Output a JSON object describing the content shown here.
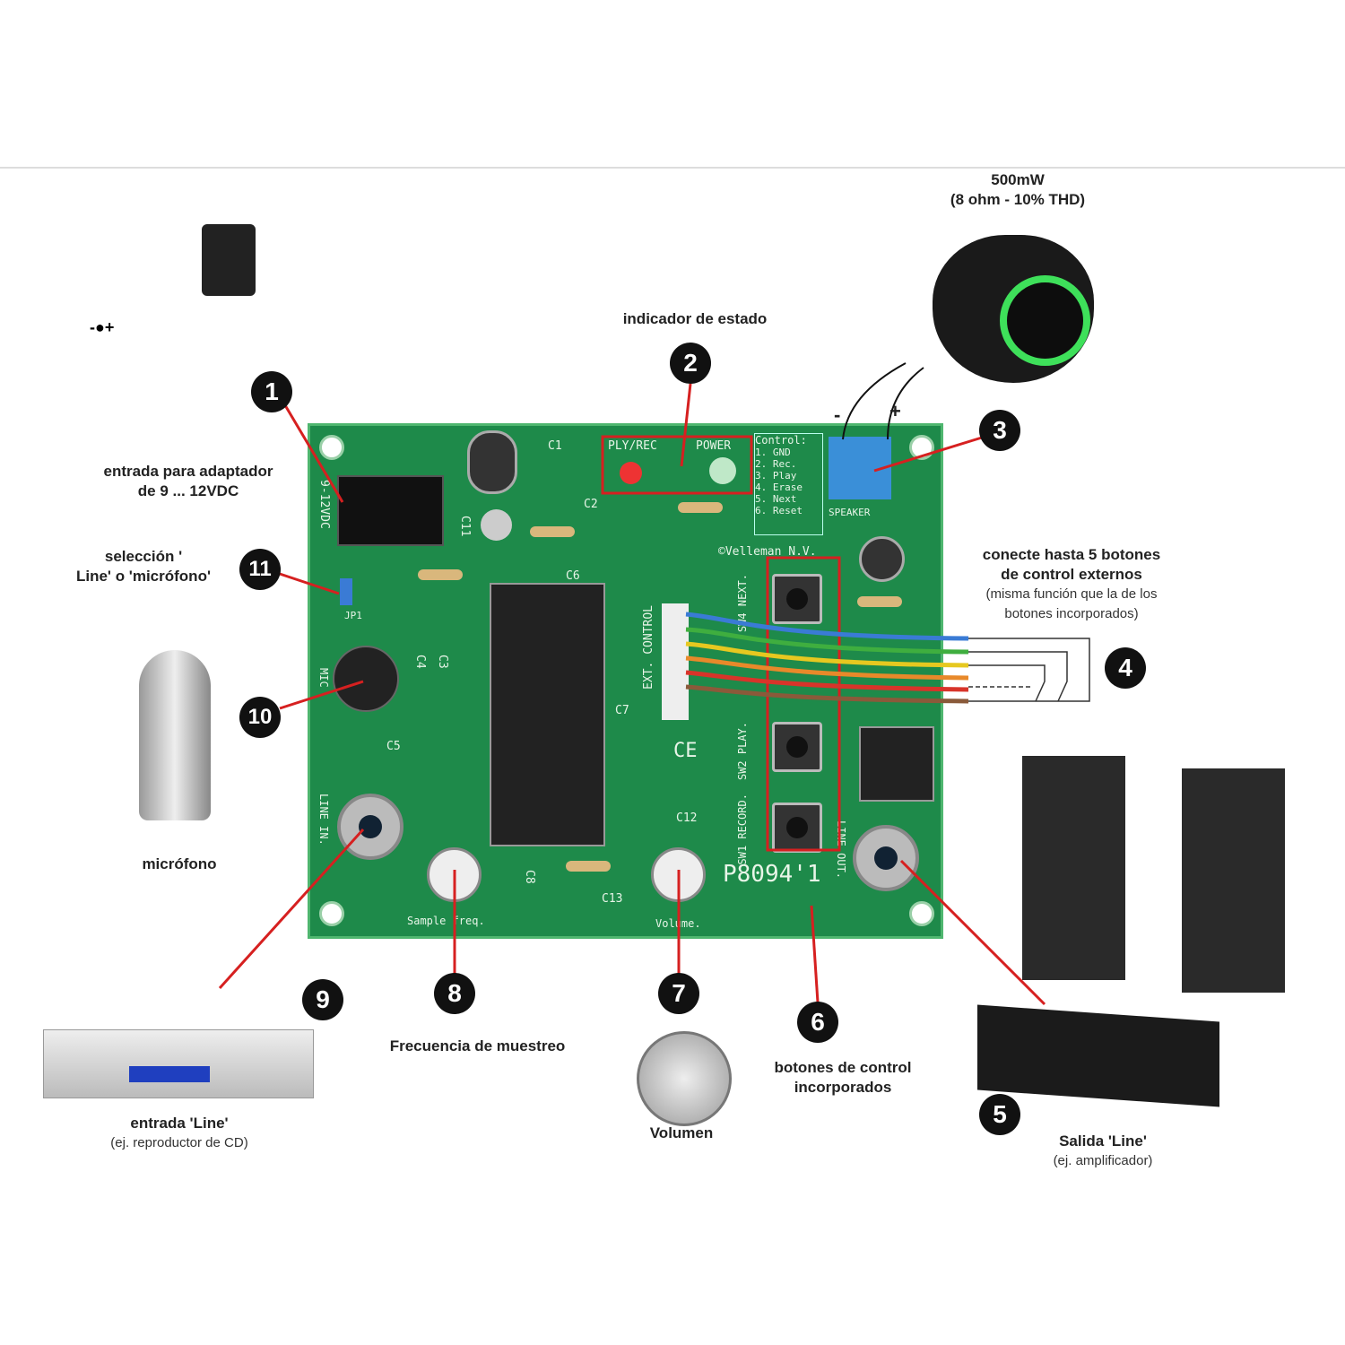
{
  "speaker": {
    "power": "500mW",
    "spec": "(8 ohm - 10% THD)",
    "minus": "-",
    "plus": "+"
  },
  "status": {
    "title": "indicador de estado",
    "led1": "PLY/REC",
    "led2": "POWER"
  },
  "adapter": {
    "line1": "entrada para adaptador",
    "line2": "de 9 ... 12VDC",
    "polarity": "-●+"
  },
  "selection": {
    "line1": "selección '",
    "line2": "Line' o 'micrófono'"
  },
  "microphone": {
    "label": "micrófono"
  },
  "line_in": {
    "title": "entrada 'Line'",
    "sub": "(ej. reproductor de CD)"
  },
  "sample": {
    "label": "Frecuencia de muestreo"
  },
  "volume": {
    "label": "Volumen"
  },
  "buttons": {
    "line1": "botones de control",
    "line2": "incorporados"
  },
  "line_out": {
    "title": "Salida 'Line'",
    "sub": "(ej. amplificador)"
  },
  "external": {
    "line1": "conecte hasta 5 botones",
    "line2": "de control externos",
    "line3": "(misma función que la de los",
    "line4": "botones incorporados)"
  },
  "numbers": [
    "1",
    "2",
    "3",
    "4",
    "5",
    "6",
    "7",
    "8",
    "9",
    "10",
    "11"
  ],
  "pcb": {
    "control_title": "Control:",
    "control_items": [
      "1. GND",
      "2. Rec.",
      "3. Play",
      "4. Erase",
      "5. Next",
      "6. Reset"
    ],
    "speaker": "SPEAKER",
    "brand": "©Velleman N.V.",
    "model": "P8094'1",
    "sample_freq": "Sample freq.",
    "volume": "Volume.",
    "ext_control": "EXT. CONTROL",
    "line_in": "LINE IN.",
    "line_out": "LINE OUT.",
    "power_in": "9-12VDC",
    "sw4": "SW4 NEXT.",
    "sw2": "SW2 PLAY.",
    "sw1": "SW1 RECORD.",
    "mic": "MIC",
    "jp1": "JP1",
    "ce": "CE",
    "caps": [
      "C1",
      "C2",
      "C3",
      "C4",
      "C5",
      "C6",
      "C7",
      "C8",
      "C11",
      "C12",
      "C13"
    ]
  }
}
